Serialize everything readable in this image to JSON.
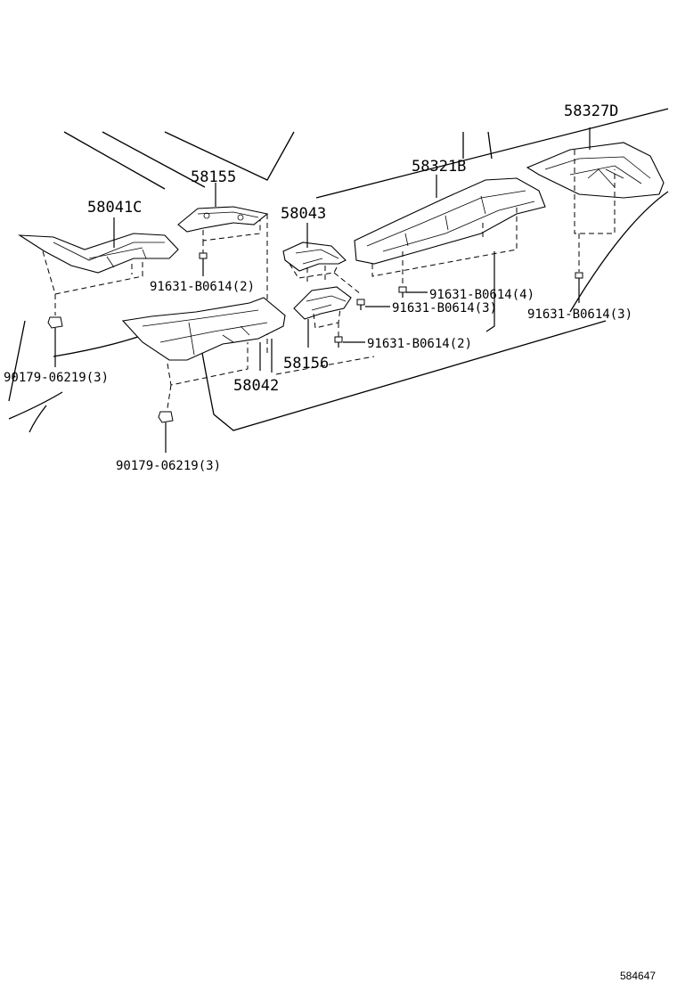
{
  "parts": {
    "p58327D": "58327D",
    "p58321B": "58321B",
    "p58155": "58155",
    "p58041C": "58041C",
    "p58043": "58043",
    "p58156": "58156",
    "p58042": "58042"
  },
  "fasteners": {
    "f_2a": "91631-B0614(2)",
    "f_4": "91631-B0614(4)",
    "f_3a": "91631-B0614(3)",
    "f_3b": "91631-B0614(3)",
    "f_2b": "91631-B0614(2)",
    "f_clip_a": "90179-06219(3)",
    "f_clip_b": "90179-06219(3)"
  },
  "diagram_id": "584647"
}
